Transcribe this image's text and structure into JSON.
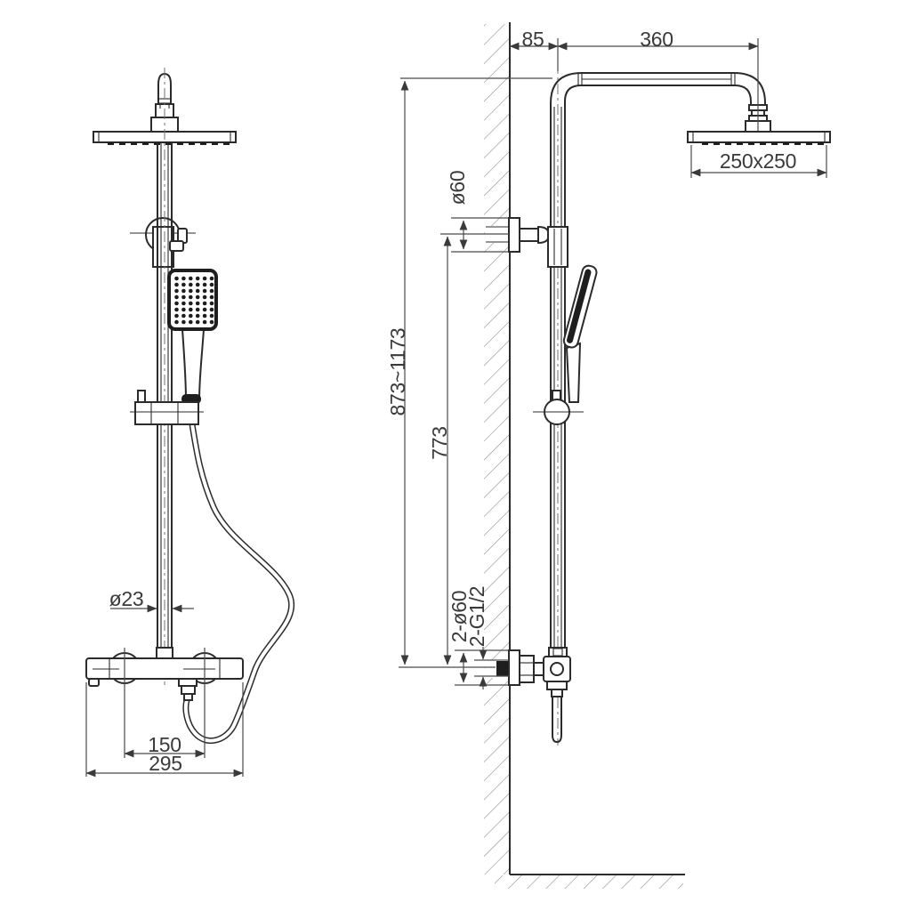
{
  "drawing": {
    "kind": "technical-drawing",
    "dimensions": {
      "wall_offset": "85",
      "arm_length": "360",
      "head_size": "250x250",
      "bracket_diameter": "ø60",
      "total_height_range": "873~1173",
      "bracket_height": "773",
      "inlet_diameter": "2-ø60",
      "inlet_thread": "2-G1/2",
      "column_diameter": "ø23",
      "handle_spacing": "150",
      "mixer_width": "295"
    },
    "colors": {
      "line": "#2b2b2b",
      "dimension": "#4a4a4a",
      "hatch": "#909090",
      "text": "#3a3a3a",
      "background": "#ffffff"
    }
  }
}
